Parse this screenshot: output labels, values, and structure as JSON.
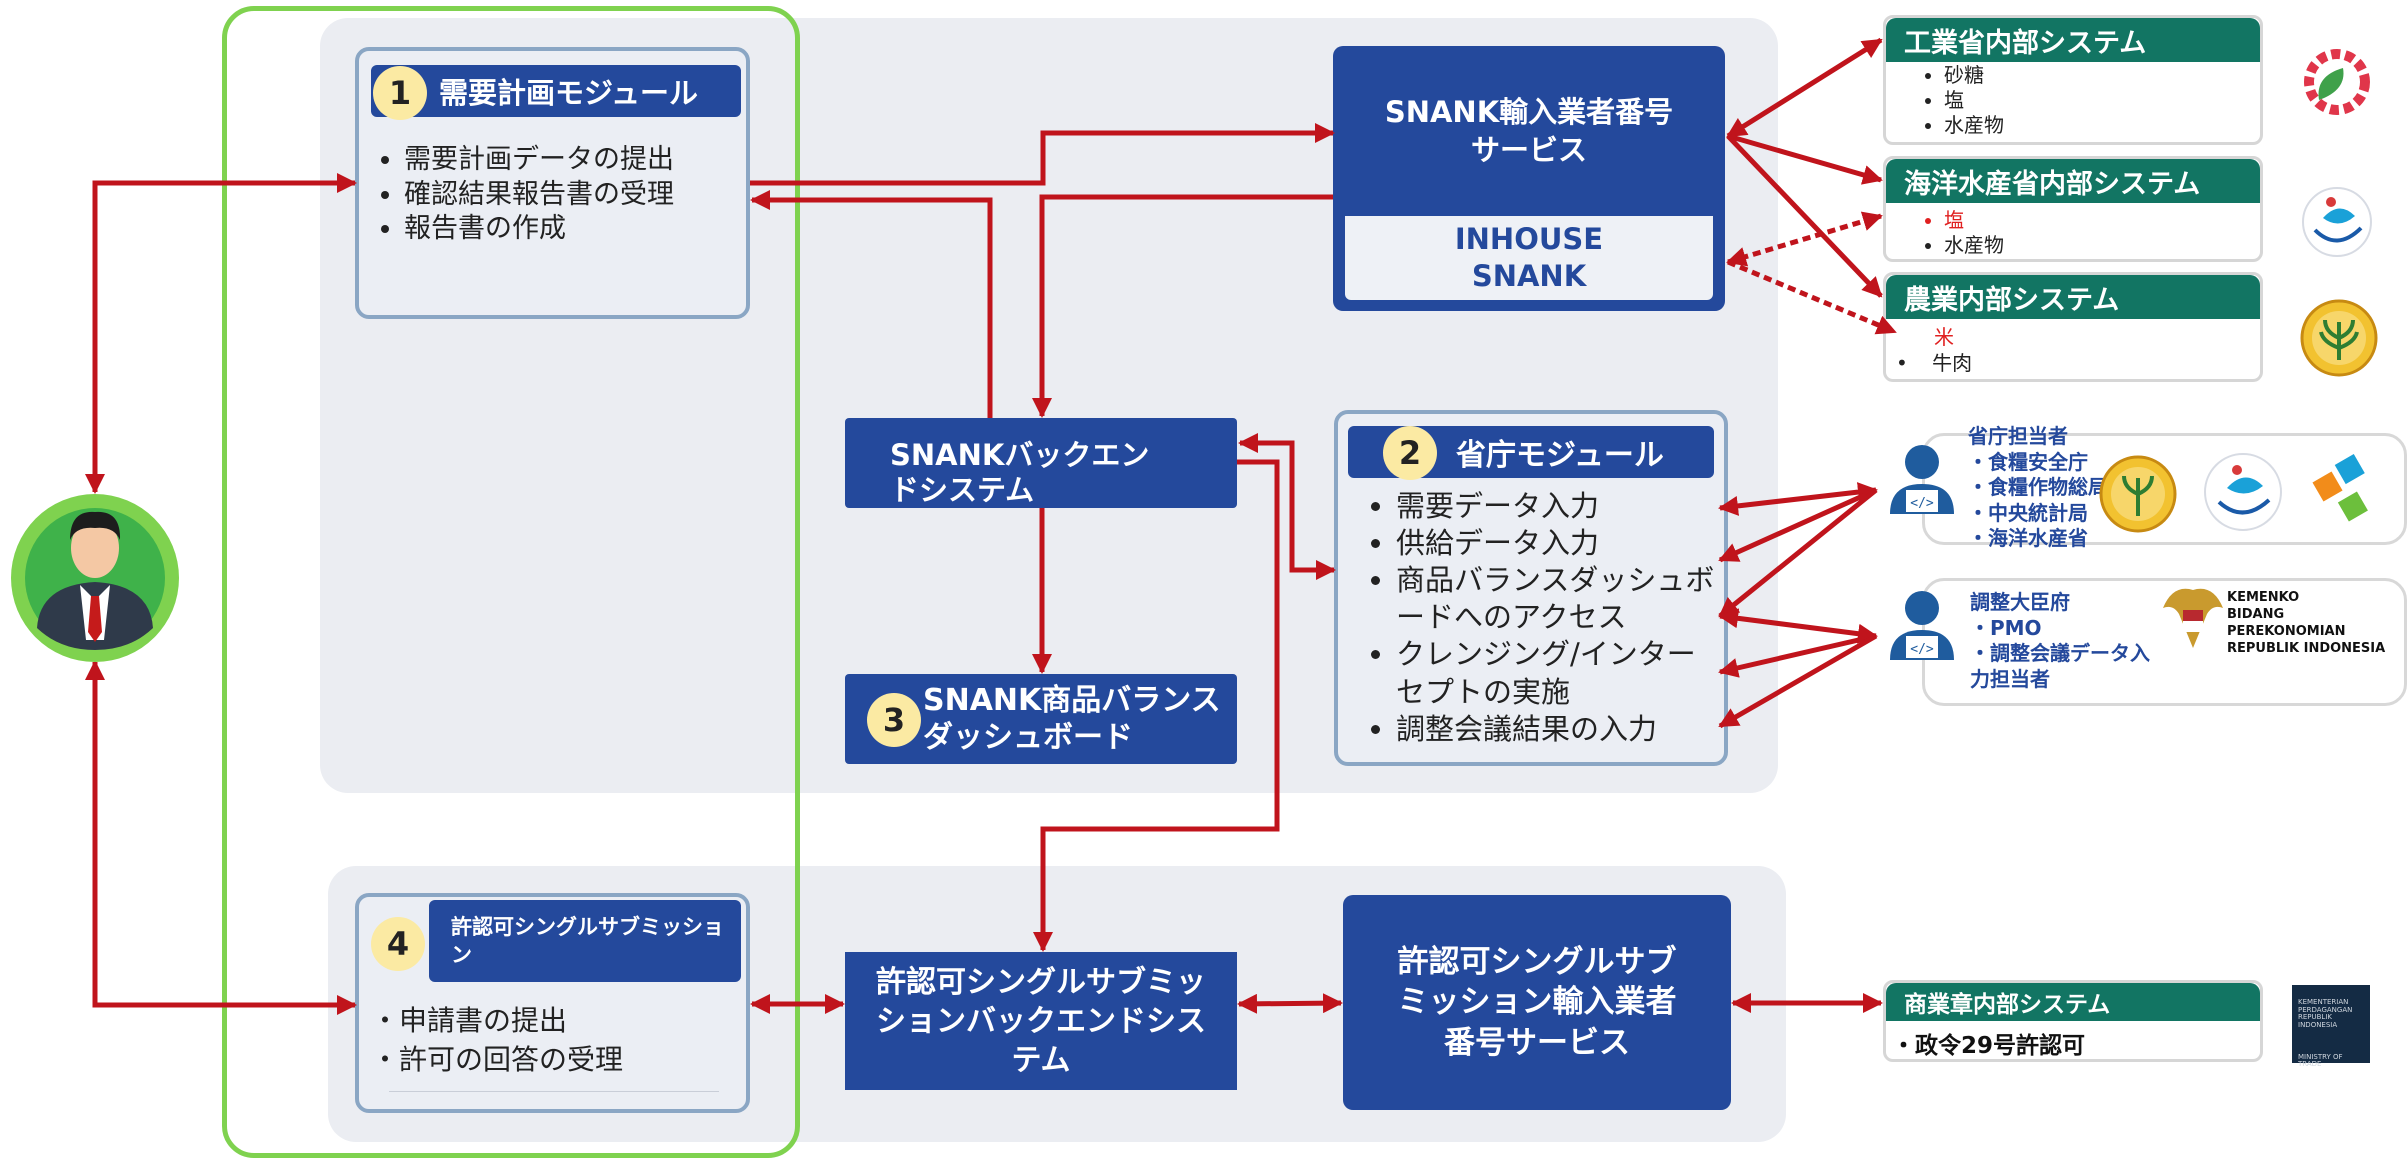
{
  "module1": {
    "badge": "1",
    "title": "需要計画モジュール",
    "items": [
      "需要計画データの提出",
      "確認結果報告書の受理",
      "報告書の作成"
    ]
  },
  "snank_import": {
    "title": "SNANK輸入業者番号サービス",
    "inhouse": "INHOUSE SNANK"
  },
  "backend": {
    "title": "SNANKバックエンドシステム"
  },
  "module2": {
    "badge": "2",
    "title": "省庁モジュール",
    "items": [
      "需要データ入力",
      "供給データ入力",
      "商品バランスダッシュボードへのアクセス",
      "クレンジング/インターセプトの実施",
      "調整会議結果の入力"
    ]
  },
  "module3": {
    "badge": "3",
    "title": "SNANK商品バランスダッシュボード"
  },
  "module4": {
    "badge": "4",
    "title": "許認可シングルサブミッション",
    "items": [
      "・申請書の提出",
      "・許可の回答の受理"
    ]
  },
  "single_backend": {
    "title": "許認可シングルサブミッションバックエンドシステム"
  },
  "single_import": {
    "title": "許認可シングルサブミッション輸入業者番号サービス"
  },
  "industry_system": {
    "title": "工業省内部システム",
    "items": [
      "砂糖",
      "塩",
      "水産物"
    ]
  },
  "marine_system": {
    "title": "海洋水産省内部システム",
    "items": [
      "塩",
      "水産物"
    ],
    "highlight": [
      "塩"
    ]
  },
  "agri_system": {
    "title": "農業内部システム",
    "items": [
      "米",
      "牛肉"
    ],
    "highlight": [
      "米"
    ]
  },
  "ministry_users": {
    "title": "省庁担当者",
    "items": [
      "・食糧安全庁",
      "・食糧作物総局",
      "・中央統計局",
      "・海洋水産省"
    ]
  },
  "coord_users": {
    "title": "調整大臣府",
    "items": [
      "・PMO",
      "・調整会議データ入",
      "力担当者"
    ]
  },
  "kemenko_logo": {
    "lines": [
      "KEMENKO",
      "BIDANG PEREKONOMIAN",
      "REPUBLIK INDONESIA"
    ]
  },
  "trade_system": {
    "title": "商業章内部システム",
    "item": "・政令29号許認可"
  },
  "trade_logo": {
    "lines": [
      "KEMENTERIAN",
      "PERDAGANGAN",
      "REPUBLIK INDONESIA",
      "MINISTRY OF TRADE"
    ]
  },
  "colors": {
    "navy": "#24499c",
    "teal": "#127563",
    "arrow": "#c0141c",
    "frame": "#7fd24f",
    "badge": "#fbeaa3"
  },
  "icons": [
    "user-avatar-icon",
    "gear-leaf-icon",
    "fish-hand-icon",
    "agri-emblem-icon",
    "developer-icon",
    "bps-logo-icon",
    "garuda-icon",
    "trade-ministry-logo"
  ]
}
